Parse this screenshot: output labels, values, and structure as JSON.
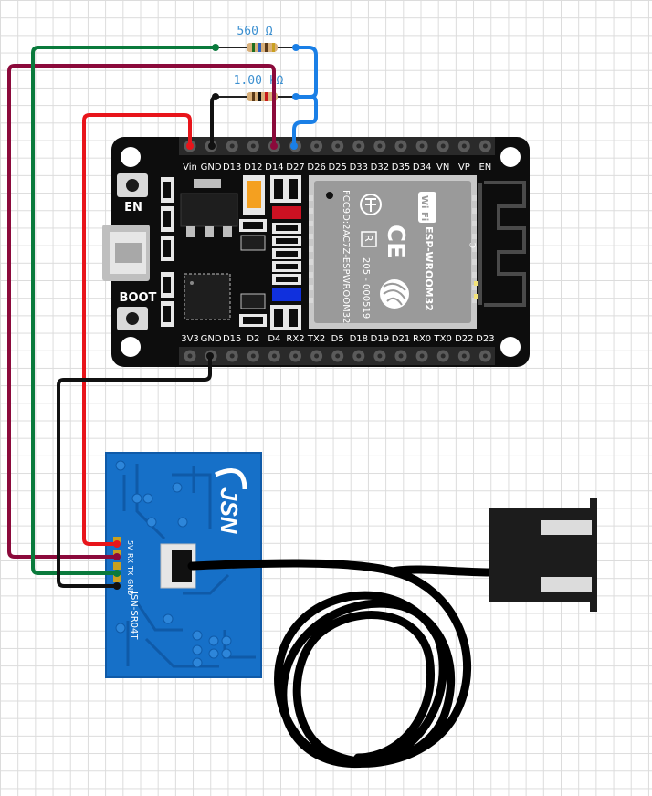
{
  "resistors": [
    {
      "value": "560 Ω"
    },
    {
      "value": "1.00 kΩ"
    }
  ],
  "esp32": {
    "top_pins": [
      "Vin",
      "GND",
      "D13",
      "D12",
      "D14",
      "D27",
      "D26",
      "D25",
      "D33",
      "D32",
      "D35",
      "D34",
      "VN",
      "VP",
      "EN"
    ],
    "bottom_pins": [
      "3V3",
      "GND",
      "D15",
      "D2",
      "D4",
      "RX2",
      "TX2",
      "D5",
      "D18",
      "D19",
      "D21",
      "RX0",
      "TX0",
      "D22",
      "D23"
    ],
    "buttons": {
      "en": "EN",
      "boot": "BOOT"
    },
    "module": {
      "name": "ESP-WROOM32",
      "fcc": "FCC9D:2AC7Z-ESPWROOM32",
      "serial": "205 - 000519",
      "r_mark": "R",
      "ce_mark": "CE",
      "wifi_mark": "Wi Fi",
      "antenna_mark": "C"
    }
  },
  "sensor": {
    "brand": "JSN",
    "model": "JSN-SR04T",
    "pins": [
      "5V",
      "RX",
      "TX",
      "GND"
    ]
  },
  "wire_colors": {
    "power": "#e8151b",
    "echo": "#8b0a3b",
    "trigger": "#0a7a3c",
    "ground": "#111111",
    "divider": "#1a7fe6"
  }
}
